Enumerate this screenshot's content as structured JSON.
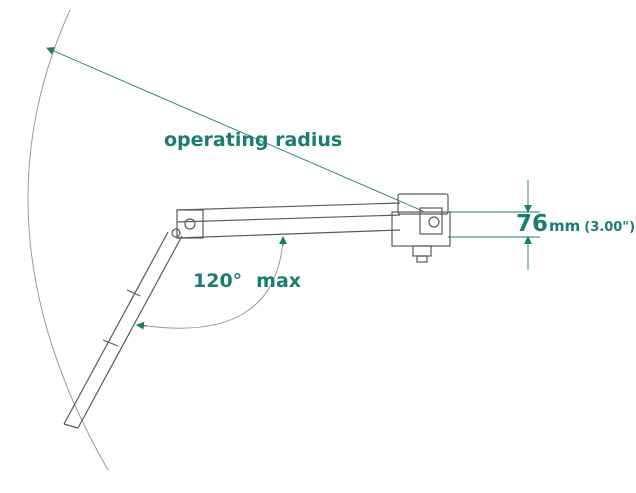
{
  "labels": {
    "operating_radius": "operating radius",
    "angle_value": "120°",
    "angle_suffix": "max",
    "height_value": "76",
    "height_unit": "mm",
    "height_imperial": "(3.00\")"
  },
  "colors": {
    "annotation": "#1b7d6e",
    "drawing_line": "#5a5a5a",
    "arc": "#9a9a9a"
  }
}
